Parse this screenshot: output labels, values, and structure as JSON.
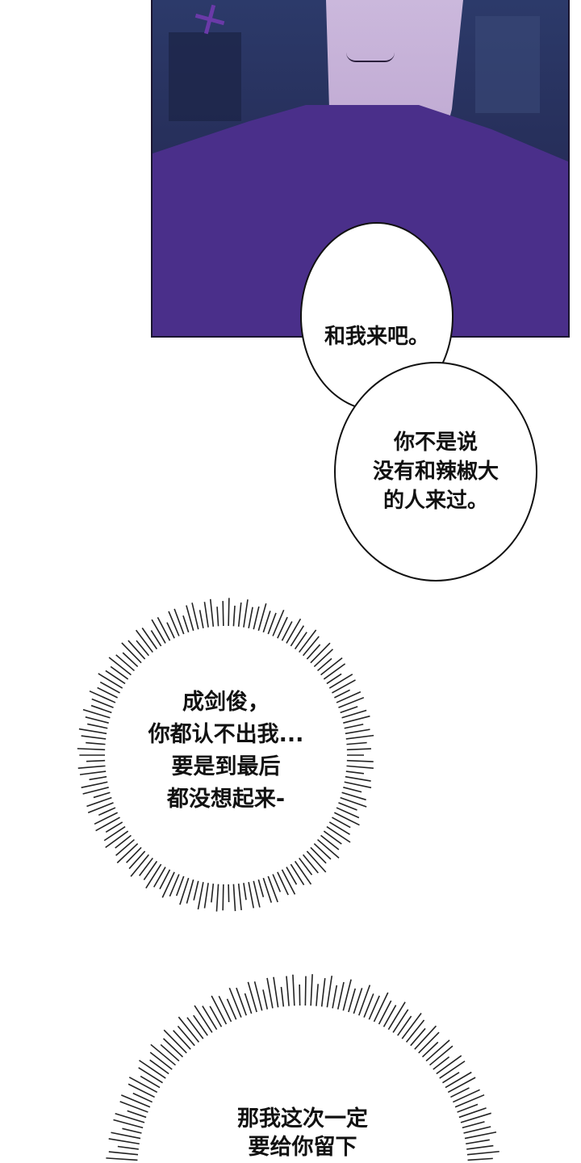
{
  "panel": {
    "colors": {
      "background": "#2a2150",
      "shirt": "#4a2f8a",
      "skin": "#c4b0d8"
    }
  },
  "bubbles": [
    {
      "lines": [
        "和我来吧。"
      ]
    },
    {
      "lines": [
        "你不是说",
        "没有和辣椒大",
        "的人来过。"
      ]
    }
  ],
  "bursts": [
    {
      "lines": [
        "成剑俊，",
        "你都认不出我...",
        "要是到最后",
        "都没想起来-"
      ]
    },
    {
      "lines": [
        "那我这次一定",
        "要给你留下"
      ]
    }
  ]
}
